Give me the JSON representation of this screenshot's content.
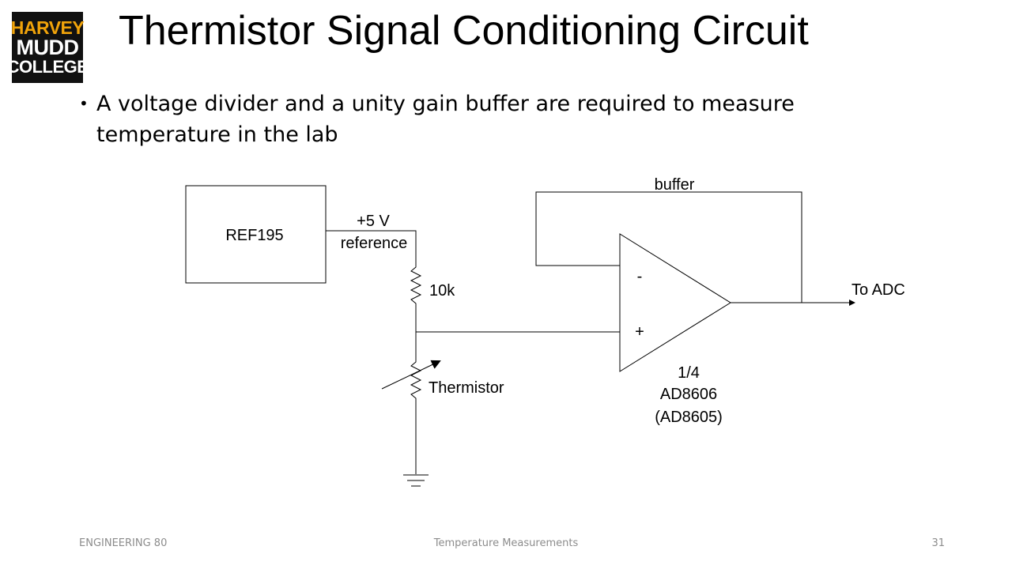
{
  "logo": {
    "line1": "HARVEY",
    "line2": "MUDD",
    "line3": "COLLEGE"
  },
  "title": "Thermistor Signal Conditioning Circuit",
  "bullets": [
    "A voltage divider and a unity gain buffer are required to measure temperature in the lab"
  ],
  "schematic": {
    "ref_box_label": "REF195",
    "supply_voltage": "+5 V",
    "supply_desc": "reference",
    "resistor_label": "10k",
    "thermistor_label": "Thermistor",
    "feedback_label": "buffer",
    "opamp_minus": "-",
    "opamp_plus": "+",
    "opamp_part_line1": "1/4",
    "opamp_part_line2": "AD8606",
    "opamp_part_line3": "(AD8605)",
    "output_label": "To ADC"
  },
  "footer": {
    "left": "ENGINEERING 80",
    "center": "Temperature Measurements",
    "page_number": "31"
  },
  "colors": {
    "logo_background": "#111111",
    "logo_accent": "#f0a30a",
    "footer_text": "#8c8c8c"
  }
}
